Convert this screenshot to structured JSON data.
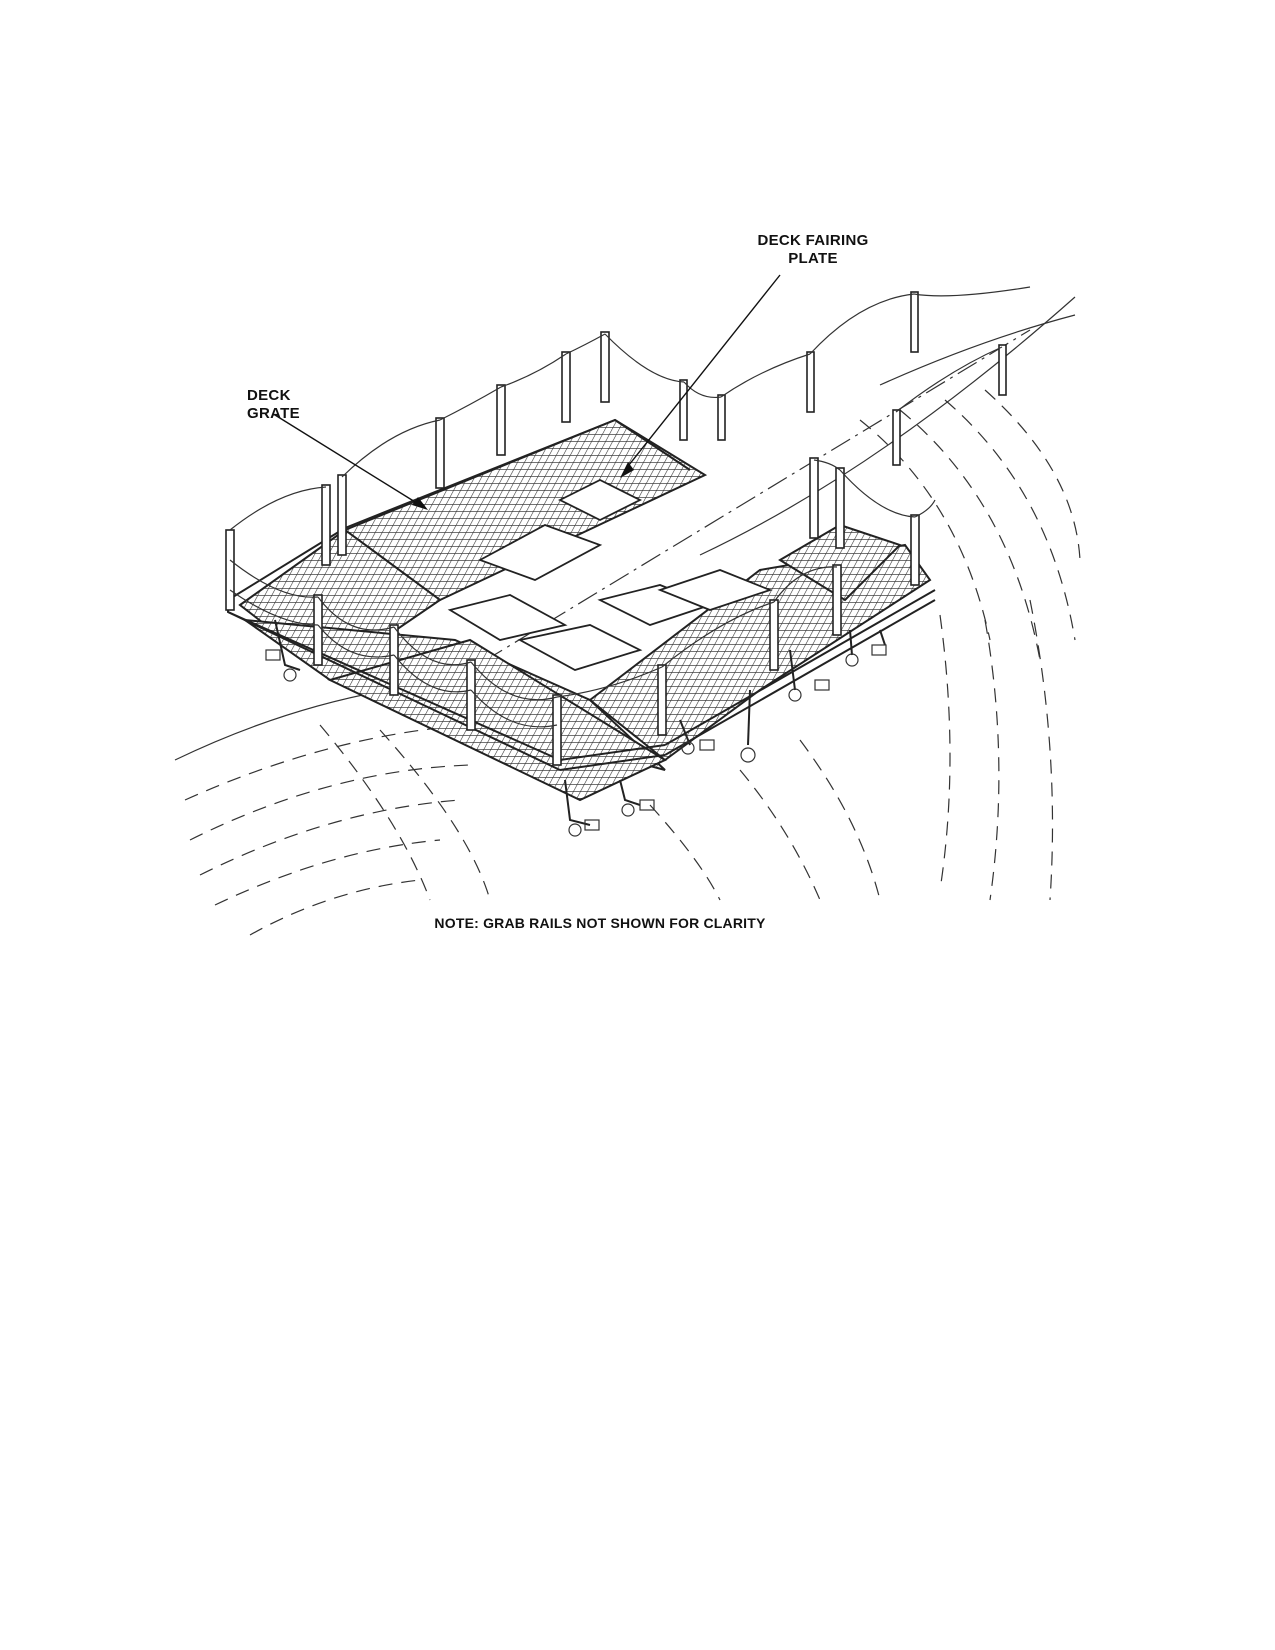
{
  "figure": {
    "callouts": {
      "deck_fairing_plate": "DECK FAIRING\nPLATE",
      "deck_grate": "DECK\nGRATE"
    },
    "note": "NOTE: GRAB RAILS NOT SHOWN FOR CLARITY"
  }
}
